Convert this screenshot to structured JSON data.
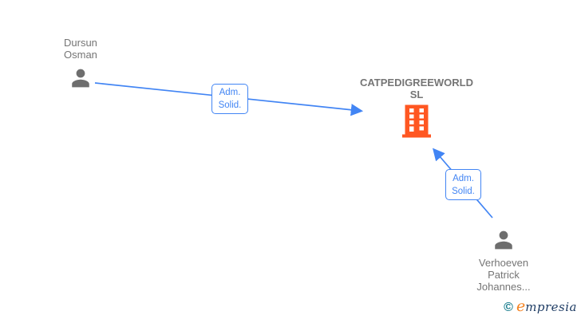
{
  "diagram": {
    "nodes": {
      "person1": {
        "type": "person",
        "label_lines": [
          "Dursun",
          "Osman"
        ]
      },
      "company": {
        "type": "company",
        "label_lines": [
          "CATPEDIGREEWORLD",
          "SL"
        ]
      },
      "person2": {
        "type": "person",
        "label_lines": [
          "Verhoeven",
          "Patrick",
          "Johannes..."
        ]
      }
    },
    "edges": {
      "edge1": {
        "from": "Dursun Osman",
        "to": "CATPEDIGREEWORLD SL",
        "label_lines": [
          "Adm.",
          "Solid."
        ]
      },
      "edge2": {
        "from": "Verhoeven Patrick Johannes...",
        "to": "CATPEDIGREEWORLD SL",
        "label_lines": [
          "Adm.",
          "Solid."
        ]
      }
    },
    "colors": {
      "edge_blue": "#4285f4",
      "edge_label_text_blue": "#4285f4",
      "company_icon_orange": "#ff5722",
      "node_text_gray": "#757575",
      "person_icon_gray": "#6e6e6e"
    }
  },
  "footer": {
    "copyright_symbol": "©",
    "brand_initial": "e",
    "brand_rest": "mpresia",
    "colors": {
      "copyright_teal": "#147a8b",
      "brand_initial_orange": "#f5821f",
      "brand_rest_navy": "#1e3c64"
    }
  }
}
